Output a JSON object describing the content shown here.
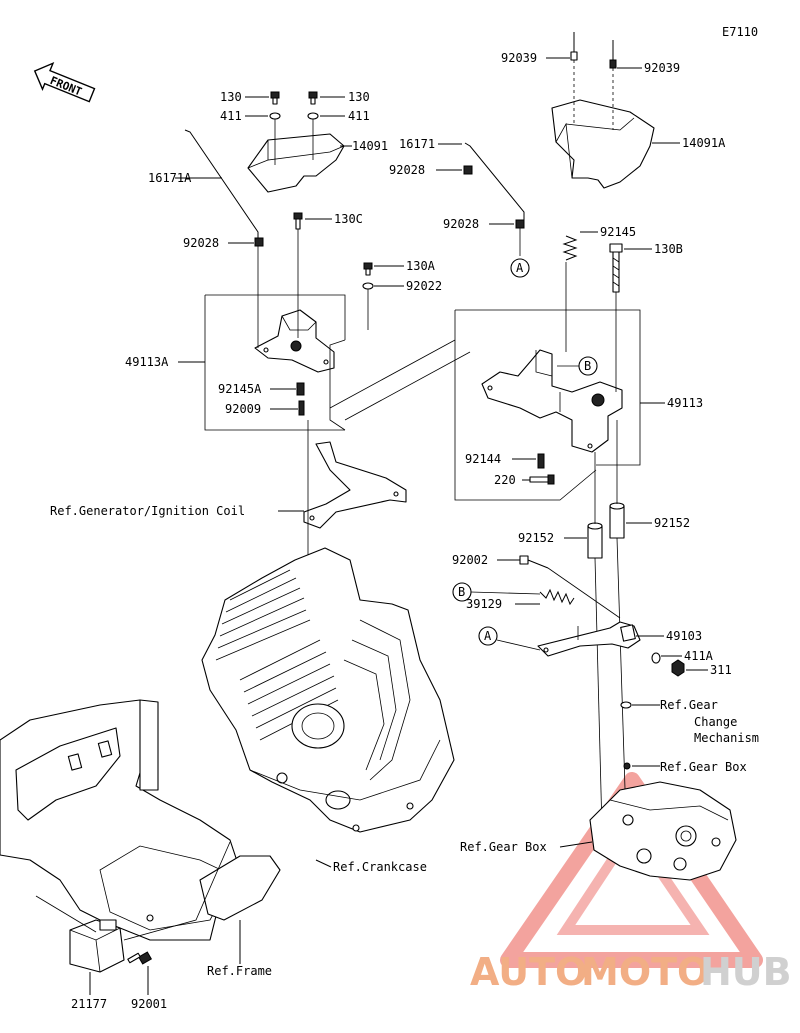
{
  "diagram_code": "E7110",
  "front_label": "FRONT",
  "callout_a": "A",
  "callout_b": "B",
  "parts": {
    "p92039_top": "92039",
    "p92039_right": "92039",
    "p130_left": "130",
    "p130_right": "130",
    "p411_left": "411",
    "p411_right": "411",
    "p14091": "14091",
    "p16171A": "16171A",
    "p16171": "16171",
    "p92028_upper": "92028",
    "p92028_left": "92028",
    "p92028_mid": "92028",
    "p130C": "130C",
    "p130A": "130A",
    "p92022": "92022",
    "p14091A": "14091A",
    "p92145": "92145",
    "p130B": "130B",
    "p49113A": "49113A",
    "p92145A": "92145A",
    "p92009": "92009",
    "p49113": "49113",
    "p92144": "92144",
    "p220": "220",
    "p92152_right": "92152",
    "p92152_left": "92152",
    "p92002": "92002",
    "p39129": "39129",
    "p49103": "49103",
    "p411A": "411A",
    "p311": "311",
    "p21177": "21177",
    "p92001": "92001"
  },
  "refs": {
    "generator": "Ref.Generator/Ignition Coil",
    "gear_change_1": "Ref.Gear",
    "gear_change_2": "Change",
    "gear_change_3": "Mechanism",
    "gear_box_right": "Ref.Gear Box",
    "gear_box_left": "Ref.Gear Box",
    "crankcase": "Ref.Crankcase",
    "frame": "Ref.Frame"
  },
  "watermark": {
    "part1": "AUTO",
    "part2": "MOTO",
    "part3": "HUB",
    "color_main": "#f0a070",
    "color_hub": "#c8c8c8",
    "triangle_color": "#e63a30"
  }
}
